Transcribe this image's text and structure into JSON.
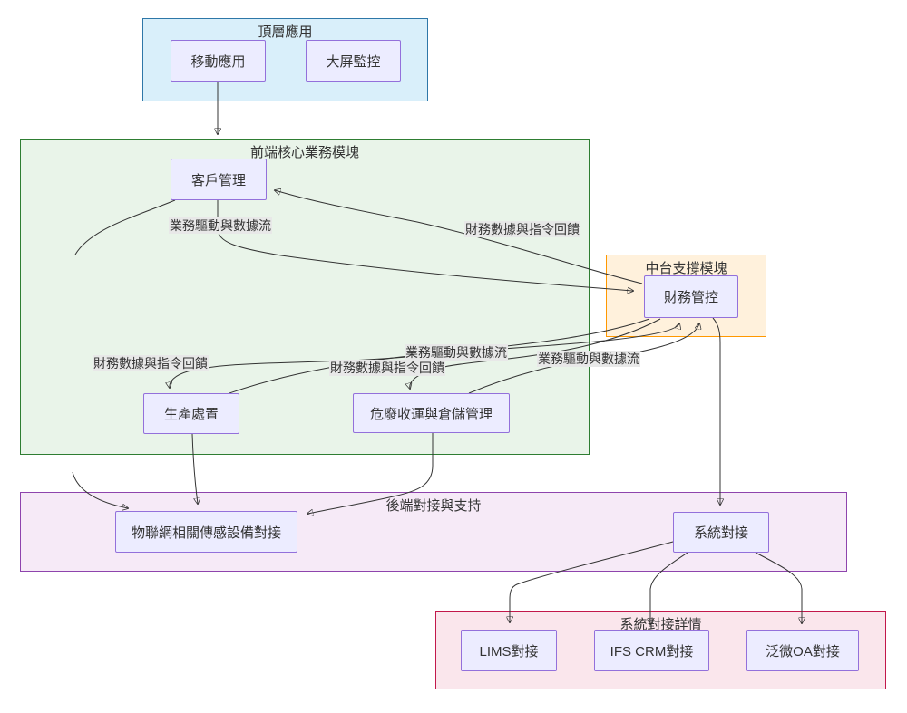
{
  "groups": {
    "top_layer": {
      "title": "頂層應用"
    },
    "frontend_core": {
      "title": "前端核心業務模塊"
    },
    "mid_platform": {
      "title": "中台支撐模塊"
    },
    "backend_support": {
      "title": "後端對接與支持"
    },
    "integration_detail": {
      "title": "系統對接詳情"
    }
  },
  "nodes": {
    "mobile_app": {
      "label": "移動應用"
    },
    "big_screen": {
      "label": "大屏監控"
    },
    "customer_mgmt": {
      "label": "客戶管理"
    },
    "production_disposal": {
      "label": "生產處置"
    },
    "waste_logistics": {
      "label": "危廢收運與倉儲管理"
    },
    "finance_control": {
      "label": "財務管控"
    },
    "iot_devices": {
      "label": "物聯網相關傳感設備對接"
    },
    "system_integration": {
      "label": "系統對接"
    },
    "lims": {
      "label": "LIMS對接"
    },
    "ifs_crm": {
      "label": "IFS CRM對接"
    },
    "weaver_oa": {
      "label": "泛微OA對接"
    }
  },
  "edge_labels": {
    "business_flow_1": "業務驅動與數據流",
    "business_flow_2": "業務驅動與數據流",
    "business_flow_3": "業務驅動與數據流",
    "finance_feedback_1": "財務數據與指令回饋",
    "finance_feedback_2": "財務數據與指令回饋",
    "finance_feedback_3": "財務數據與指令回饋"
  },
  "colors": {
    "text": "#333333",
    "edge_line": "#333333",
    "edge_label_bg": "#E8E8E8",
    "node_fill": "#ECECFF",
    "node_border": "#9370DB",
    "group_top_fill": "#D9EFFA",
    "group_top_border": "#2E77A8",
    "group_frontend_fill": "#E9F4E9",
    "group_frontend_border": "#2E7D32",
    "group_mid_fill": "#FFF1DC",
    "group_mid_border": "#FF9800",
    "group_backend_fill": "#F6EAF7",
    "group_backend_border": "#8E44AD",
    "group_detail_fill": "#FAE6EC",
    "group_detail_border": "#C2184B"
  }
}
